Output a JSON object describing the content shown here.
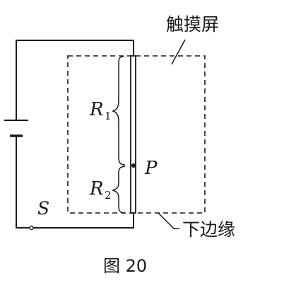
{
  "labels": {
    "touch_screen": "触摸屏",
    "bottom_edge": "下边缘",
    "figure_caption": "图 20",
    "r1_main": "R",
    "r1_sub": "1",
    "r2_main": "R",
    "r2_sub": "2",
    "point_p": "P",
    "switch_s": "S"
  }
}
